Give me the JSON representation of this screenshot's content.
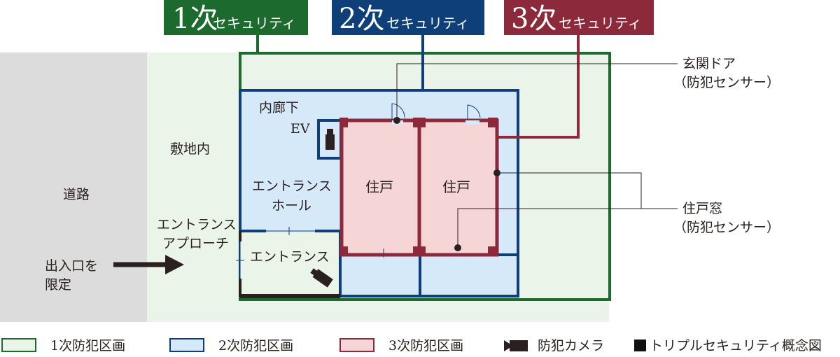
{
  "headers": [
    {
      "num": "1次",
      "label": "セキュリティ",
      "color": "#1d6a2e"
    },
    {
      "num": "2次",
      "label": "セキュリティ",
      "color": "#0f3f78"
    },
    {
      "num": "3次",
      "label": "セキュリティ",
      "color": "#8c2a3c"
    }
  ],
  "labels": {
    "road": "道路",
    "site": "敷地内",
    "corridor": "内廊下",
    "ev": "EV",
    "hall_line1": "エントランス",
    "hall_line2": "ホール",
    "unit1": "住戸",
    "unit2": "住戸",
    "approach_line1": "エントランス",
    "approach_line2": "アプローチ",
    "entrance": "エントランス",
    "limit_line1": "出入口を",
    "limit_line2": "限定"
  },
  "callouts": {
    "door_line1": "玄関ドア",
    "door_line2": "（防犯センサー）",
    "window_line1": "住戸窓",
    "window_line2": "（防犯センサー）"
  },
  "legend": [
    {
      "label": "1次防犯区画",
      "fill": "#eaf4e8",
      "stroke": "#1d6a2e"
    },
    {
      "label": "2次防犯区画",
      "fill": "#d5e9f8",
      "stroke": "#0f3f78"
    },
    {
      "label": "3次防犯区画",
      "fill": "#f6d5d7",
      "stroke": "#8c2a3c"
    },
    {
      "label": "防犯カメラ"
    },
    {
      "label": "トリプルセキュリティ概念図"
    }
  ],
  "colors": {
    "green": "#1d6a2e",
    "blue": "#0f3f78",
    "crimson": "#8c2a3c",
    "zone1": "#eaf4e8",
    "zone2": "#d5e9f8",
    "zone3": "#f6d5d7",
    "road": "#dcdcdc",
    "dark": "#2a2020"
  }
}
